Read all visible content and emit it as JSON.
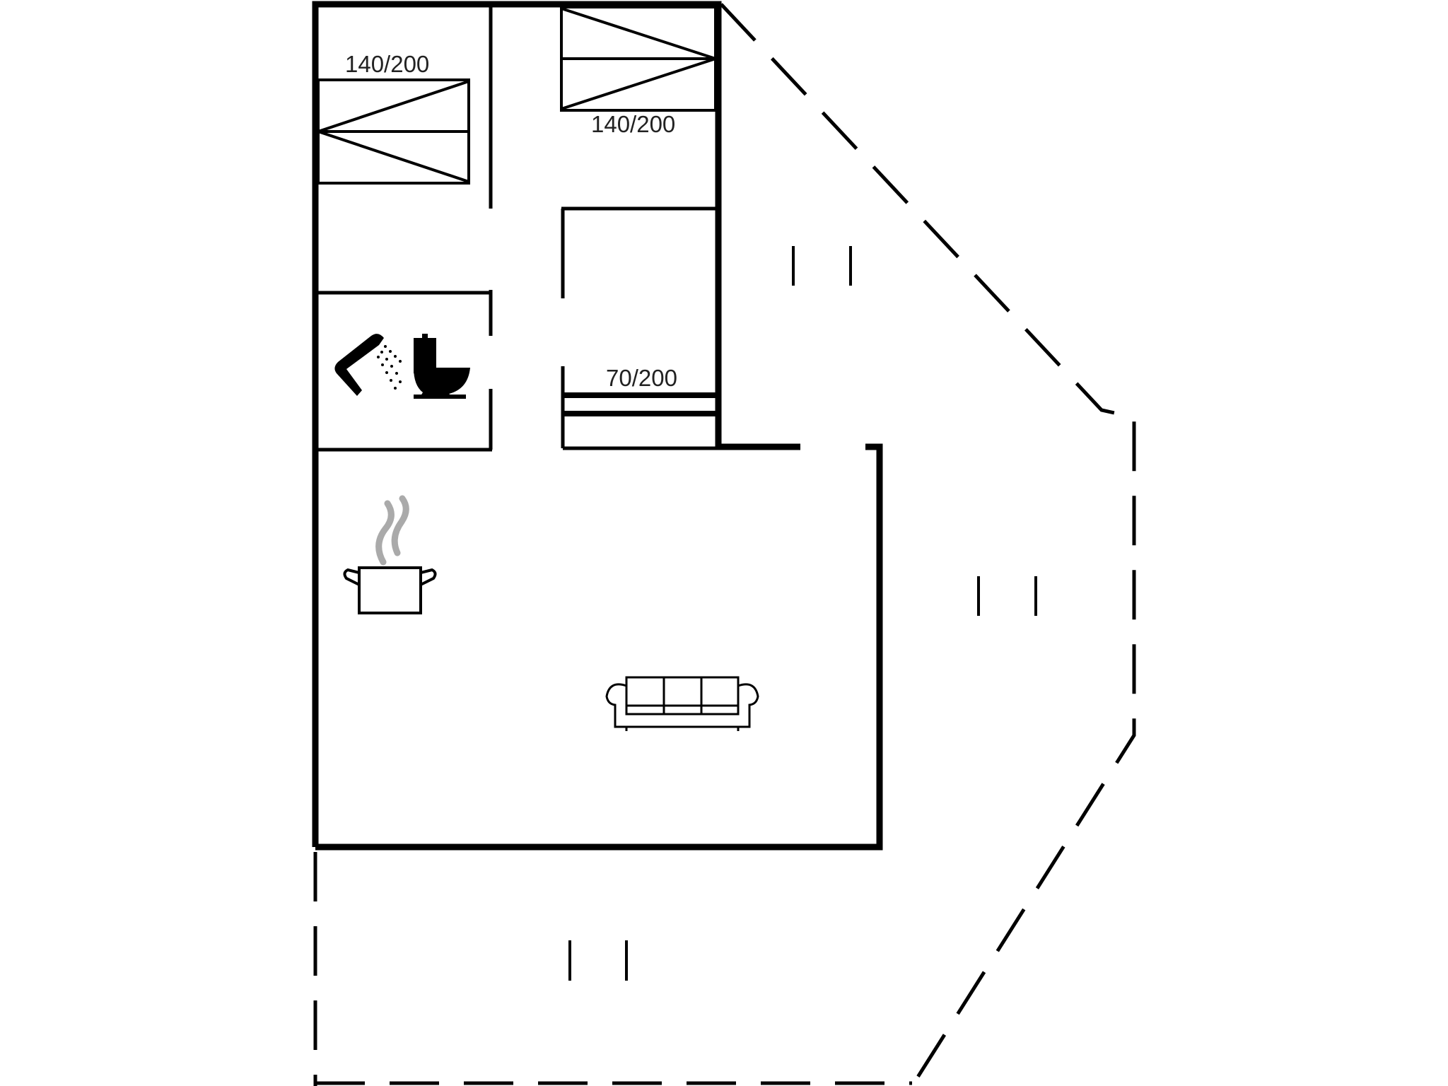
{
  "floorplan": {
    "title": "",
    "rooms": [
      {
        "name": "bedroom-1",
        "bed_label": "140/200"
      },
      {
        "name": "bedroom-2",
        "bed_label": "140/200"
      },
      {
        "name": "bedroom-3",
        "bed_label": "70/200"
      },
      {
        "name": "bathroom",
        "fixtures": [
          "shower-icon",
          "toilet-icon"
        ]
      },
      {
        "name": "kitchen-living",
        "fixtures": [
          "cooking-pot-icon",
          "sofa-icon"
        ]
      },
      {
        "name": "terrace",
        "style": "dashed"
      }
    ],
    "labels": {
      "bed1": "140/200",
      "bed2": "140/200",
      "bed3": "70/200"
    },
    "colors": {
      "wall": "#000000",
      "steam": "#aaaaaa",
      "background": "#ffffff",
      "text": "#222222"
    }
  }
}
